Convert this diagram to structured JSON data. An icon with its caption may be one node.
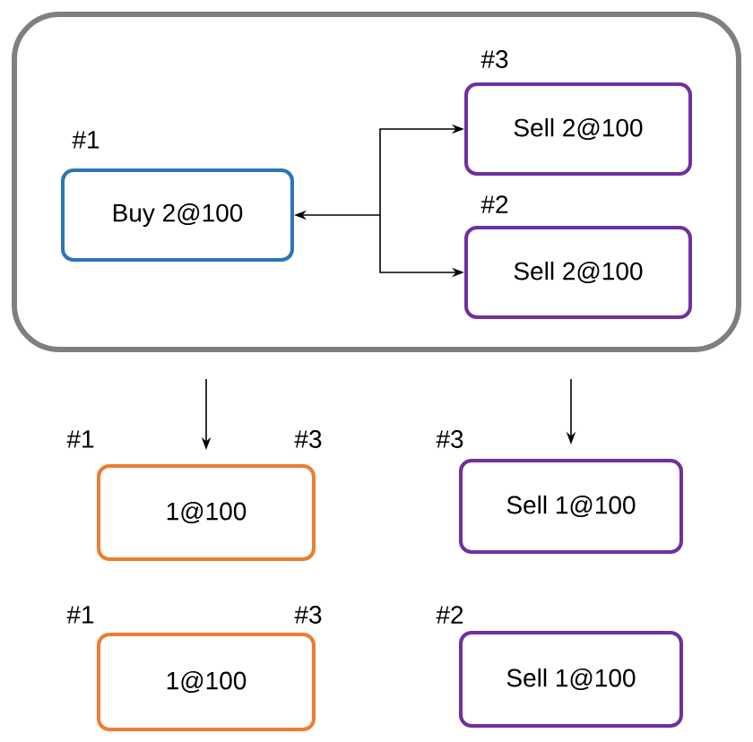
{
  "diagram": {
    "nodes": [
      {
        "text": [],
        "shape": "box"
      },
      {
        "text": [
          "Buy 2@100"
        ],
        "beside": [
          "#1"
        ],
        "in": 0
      },
      {
        "text": [
          "Sell 2@100"
        ],
        "beside": [
          "#3"
        ],
        "in": 0
      },
      {
        "text": [
          "Sell 2@100"
        ],
        "beside": [
          "#2"
        ],
        "in": 0
      },
      {
        "text": [
          "1@100"
        ],
        "beside": [
          "#1",
          "#3"
        ]
      },
      {
        "text": [
          "Sell 1@100"
        ],
        "beside": [
          "#3"
        ]
      },
      {
        "text": [
          "1@100"
        ],
        "beside": [
          "#1",
          "#3"
        ]
      },
      {
        "text": [
          "Sell 1@100"
        ],
        "beside": [
          "#2"
        ]
      }
    ],
    "edges": [
      {
        "from": 1,
        "to": 2,
        "arrow": "both"
      },
      {
        "from": 1,
        "to": 3,
        "arrow": "both"
      },
      {
        "from": 0,
        "to": 4,
        "arrow": "to"
      },
      {
        "from": 0,
        "to": 5,
        "arrow": "to"
      }
    ]
  }
}
